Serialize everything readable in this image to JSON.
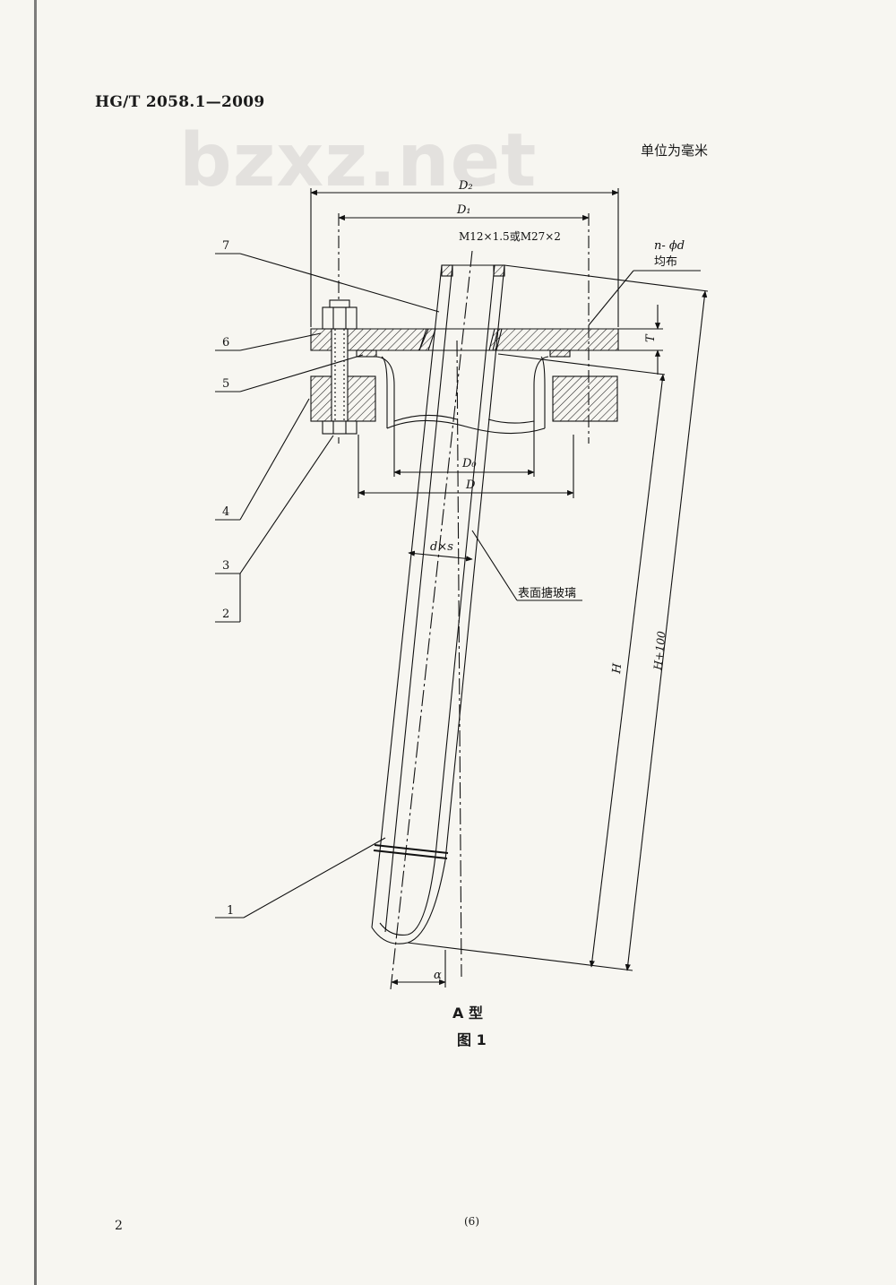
{
  "header": {
    "standard_code": "HG/T 2058.1—2009"
  },
  "watermark": "bzxz.net",
  "unit_note": "单位为毫米",
  "dimensions": {
    "D2": "D₂",
    "D1": "D₁",
    "thread": "M12×1.5或M27×2",
    "holes": "n- ϕd",
    "holes_note": "均布",
    "T": "T",
    "D0": "D₀",
    "D": "D",
    "dxs": "d×s",
    "H": "H",
    "H100": "H+100",
    "alpha": "α"
  },
  "callouts": [
    "7",
    "6",
    "5",
    "4",
    "3",
    "2",
    "1"
  ],
  "surface_note": "表面搪玻璃",
  "caption": {
    "type": "A 型",
    "figure": "图 1"
  },
  "footer": {
    "page_number": "2",
    "sheet": "(6)"
  }
}
